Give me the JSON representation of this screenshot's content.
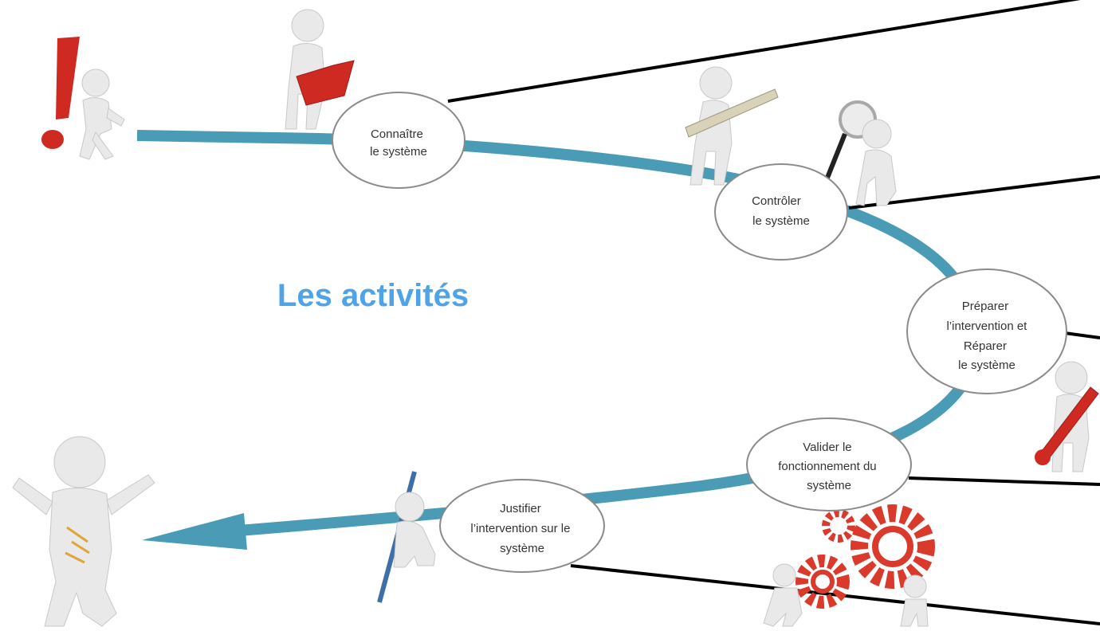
{
  "title": "Les activités",
  "colors": {
    "path": "#4a9bb5",
    "title": "#4fa3e8",
    "accent_red": "#cf2a22",
    "figure": "#e9e9e9",
    "line": "#000000"
  },
  "steps": [
    {
      "id": "connaitre",
      "lines": [
        "Connaître",
        "le système"
      ],
      "icon": "person-reading-book-icon"
    },
    {
      "id": "controler",
      "lines": [
        "Contrôler",
        "le système"
      ],
      "icon": "person-with-magnifier-icon"
    },
    {
      "id": "preparer",
      "lines": [
        "Préparer",
        "l’intervention  et",
        "Réparer",
        "le système"
      ],
      "icon": "person-with-wrench-icon"
    },
    {
      "id": "valider",
      "lines": [
        "Valider le",
        "fonctionnement du",
        "système"
      ],
      "icon": "people-pushing-gears-icon"
    },
    {
      "id": "justifier",
      "lines": [
        "Justifier",
        "l’intervention sur le",
        "système"
      ],
      "icon": "person-with-pen-icon"
    }
  ],
  "figures": {
    "start": "person-with-exclamation-icon",
    "end": "person-celebrating-icon",
    "measure": "person-with-ruler-icon"
  }
}
